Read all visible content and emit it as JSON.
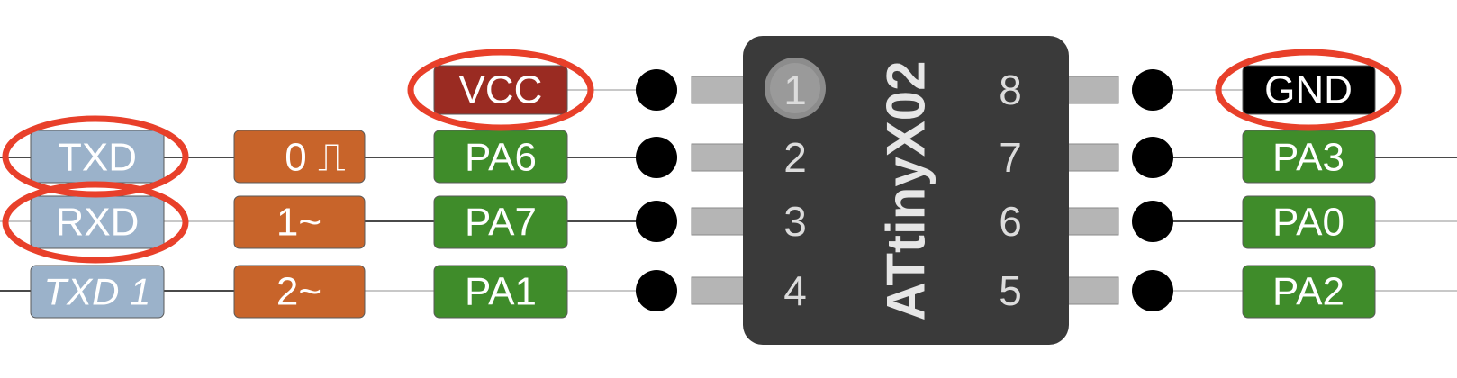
{
  "chip": {
    "name": "ATtinyX02",
    "pins_left": [
      {
        "number": "1",
        "port": "VCC",
        "kind": "power",
        "digital": "",
        "uart": ""
      },
      {
        "number": "2",
        "port": "PA6",
        "kind": "port",
        "digital": "0 ⎍",
        "uart": "TXD"
      },
      {
        "number": "3",
        "port": "PA7",
        "kind": "port",
        "digital": "1~",
        "uart": "RXD"
      },
      {
        "number": "4",
        "port": "PA1",
        "kind": "port",
        "digital": "2~",
        "uart": "TXD 1"
      }
    ],
    "pins_right": [
      {
        "number": "8",
        "port": "GND",
        "kind": "ground"
      },
      {
        "number": "7",
        "port": "PA3",
        "kind": "port"
      },
      {
        "number": "6",
        "port": "PA0",
        "kind": "port"
      },
      {
        "number": "5",
        "port": "PA2",
        "kind": "port"
      }
    ]
  },
  "highlighted": [
    "VCC",
    "GND",
    "TXD",
    "RXD"
  ],
  "colors": {
    "chip_body": "#3a3a3a",
    "pin_leg": "#b5b5b5",
    "port_label": "#3f8c2a",
    "digital_label": "#c8642a",
    "uart_label": "#9bb2ca",
    "power_label": "#9a2b22",
    "ground_label": "#000000",
    "highlight_ring": "#e8402a",
    "pin_dot": "#000000",
    "wire": "#4a4a4a",
    "wire_light": "#c8c8c8"
  }
}
